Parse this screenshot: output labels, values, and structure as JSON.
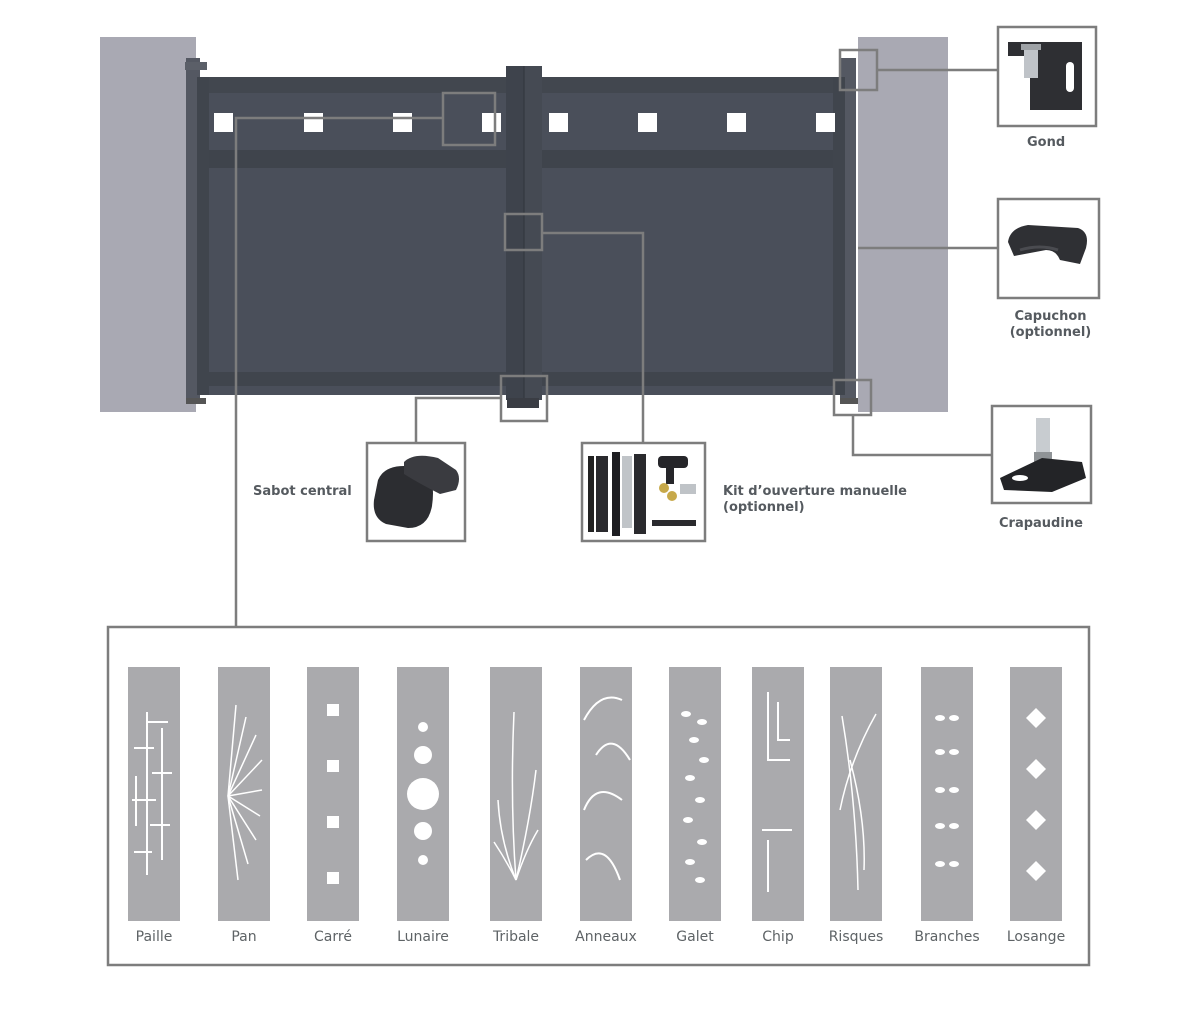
{
  "components": [
    {
      "id": "gond",
      "label": "Gond",
      "icon": "hinge-bracket-icon"
    },
    {
      "id": "capuchon",
      "label": "Capuchon",
      "note": "(optionnel)",
      "icon": "cap-cover-icon"
    },
    {
      "id": "crapaudine",
      "label": "Crapaudine",
      "icon": "pivot-base-icon"
    },
    {
      "id": "sabot",
      "label": "Sabot central",
      "icon": "center-stop-icon"
    },
    {
      "id": "kit",
      "label": "Kit d’ouverture manuelle",
      "note": "(optionnel)",
      "icon": "lock-kit-icon"
    }
  ],
  "patterns": [
    "Paille",
    "Pan",
    "Carré",
    "Lunaire",
    "Tribale",
    "Anneaux",
    "Galet",
    "Chip",
    "Risques",
    "Branches",
    "Losange"
  ],
  "colors": {
    "gate": "#4a4f5a",
    "gate_dark": "#3c414b",
    "pillar": "#a9a9b3",
    "callout_line": "#7d7d7d",
    "pattern_panel": "#aaaaad",
    "pattern_cut": "#ffffff"
  }
}
